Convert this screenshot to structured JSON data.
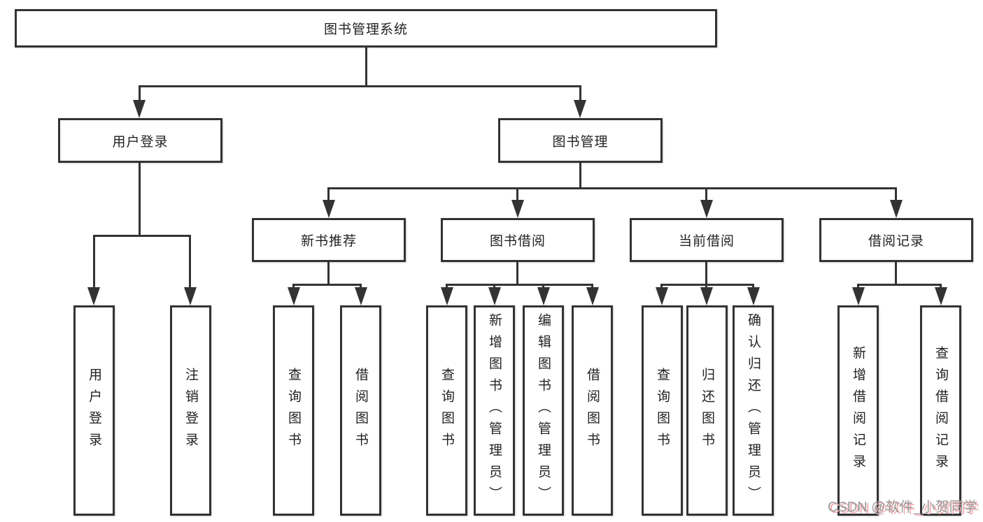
{
  "tree": {
    "root": "图书管理系统",
    "branches": [
      {
        "label": "用户登录",
        "children": [
          "用户登录",
          "注销登录"
        ]
      },
      {
        "label": "图书管理",
        "sub": [
          {
            "label": "新书推荐",
            "children": [
              "查询图书",
              "借阅图书"
            ]
          },
          {
            "label": "图书借阅",
            "children": [
              "查询图书",
              "新增图书（管理员）",
              "编辑图书（管理员）",
              "借阅图书"
            ]
          },
          {
            "label": "当前借阅",
            "children": [
              "查询图书",
              "归还图书",
              "确认归还（管理员）"
            ]
          },
          {
            "label": "借阅记录",
            "children": [
              "新增借阅记录",
              "查询借阅记录"
            ]
          }
        ]
      }
    ]
  },
  "watermark": {
    "text": "CSDN @软件_小贺同学"
  },
  "colors": {
    "line": "#333333",
    "node_text": "#222222",
    "background": "#ffffff",
    "watermark_gray": "#9b9b9b",
    "watermark_pink": "#f0a9ac"
  }
}
